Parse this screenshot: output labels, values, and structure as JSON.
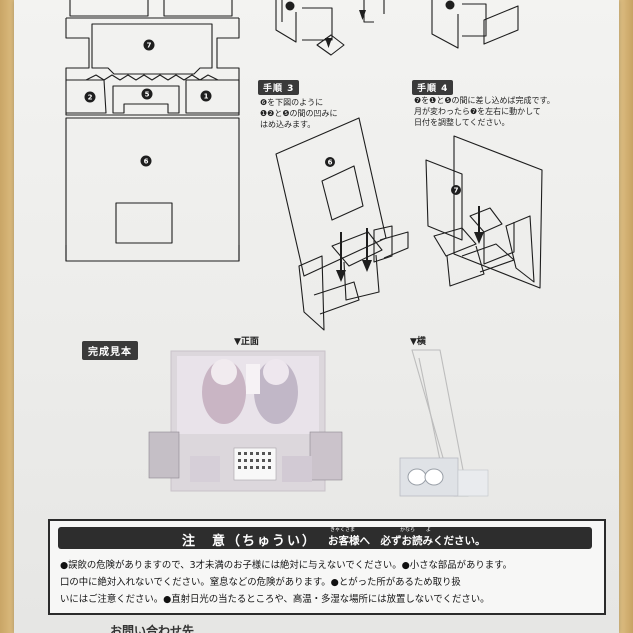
{
  "layout_parts": {
    "labels": [
      "7",
      "2",
      "5",
      "1",
      "6"
    ]
  },
  "step3": {
    "badge": "手順 3",
    "lines": [
      "❻を下図のように",
      "❶❷と❺の間の凹みに",
      "はめ込みます。"
    ],
    "part_label": "6"
  },
  "step4": {
    "badge": "手順 4",
    "lines": [
      "❼を❶と❺の間に差し込めば完成です。",
      "月が変わったら❼を左右に動かして",
      "日付を調整してください。"
    ],
    "part_label": "7"
  },
  "completed": {
    "badge": "完成見本",
    "front_label": "▼正面",
    "side_label": "▼横"
  },
  "warning": {
    "title_main": "注　意（ちゅうい）",
    "title_sub": "お客様へ　必ずお読みください。",
    "furigana": [
      "きゃくさま",
      "かなら",
      "よ"
    ],
    "lines": [
      "●誤飲の危険がありますので、3才未満のお子様には絶対に与えないでください。●小さな部品があります。",
      "口の中に絶対入れないでください。窒息などの危険があります。●とがった所があるため取り扱",
      "いにはご注意ください。●直射日光の当たるところや、高温・多湿な場所には放置しないでください。"
    ]
  },
  "footer": {
    "text": "お問い合わせ先"
  },
  "colors": {
    "sheet": "#efefed",
    "ink": "#1e1e1e",
    "badge": "#3a3a3a"
  }
}
